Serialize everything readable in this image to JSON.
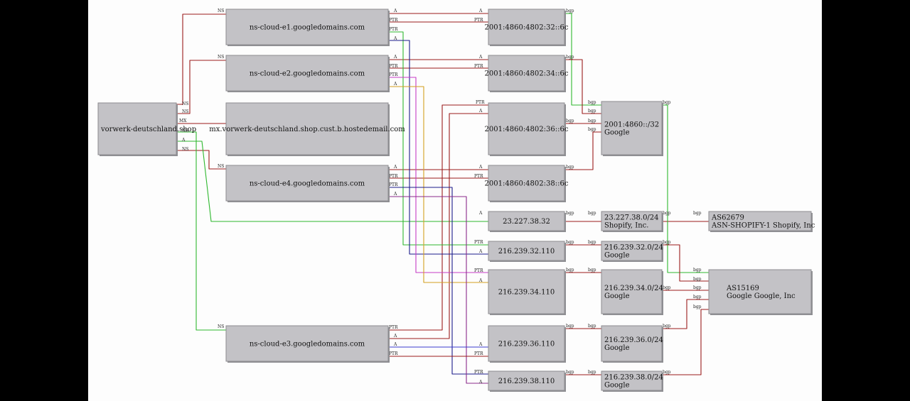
{
  "domain_node": "vorwerk-deutschland.shop",
  "nameservers": [
    "ns-cloud-e1.googledomains.com",
    "ns-cloud-e2.googledomains.com",
    "ns-cloud-e4.googledomains.com",
    "ns-cloud-e3.googledomains.com"
  ],
  "mx_host": "mx.vorwerk-deutschland.shop.cust.b.hostedemail.com",
  "ipv6_addresses": [
    "2001:4860:4802:32::6c",
    "2001:4860:4802:34::6c",
    "2001:4860:4802:36::6c",
    "2001:4860:4802:38::6c"
  ],
  "ipv4_addresses": [
    "23.227.38.32",
    "216.239.32.110",
    "216.239.34.110",
    "216.239.36.110",
    "216.239.38.110"
  ],
  "prefixes": [
    {
      "net": "2001:4860::/32",
      "org": "Google"
    },
    {
      "net": "23.227.38.0/24",
      "org": "Shopify, Inc."
    },
    {
      "net": "216.239.32.0/24",
      "org": "Google"
    },
    {
      "net": "216.239.34.0/24",
      "org": "Google"
    },
    {
      "net": "216.239.36.0/24",
      "org": "Google"
    },
    {
      "net": "216.239.38.0/24",
      "org": "Google"
    }
  ],
  "asns": [
    {
      "as": "AS62679",
      "name": "ASN-SHOPIFY-1 Shopify, Inc"
    },
    {
      "as": "AS15169",
      "name": "Google Google, Inc"
    }
  ],
  "edge_labels": {
    "ns": "NS",
    "mx": "MX",
    "a": "A",
    "ptr": "PTR",
    "bgp": "bgp"
  },
  "colors": {
    "red": "#9b1c1c",
    "green": "#2fb82f",
    "navy": "#1c1c8a",
    "purple": "#8a2a8a",
    "magenta": "#c63cc6",
    "gold": "#d4a020",
    "blue": "#3a3ad0",
    "background": "#fdfdfd",
    "node": "#c3c2c6"
  }
}
